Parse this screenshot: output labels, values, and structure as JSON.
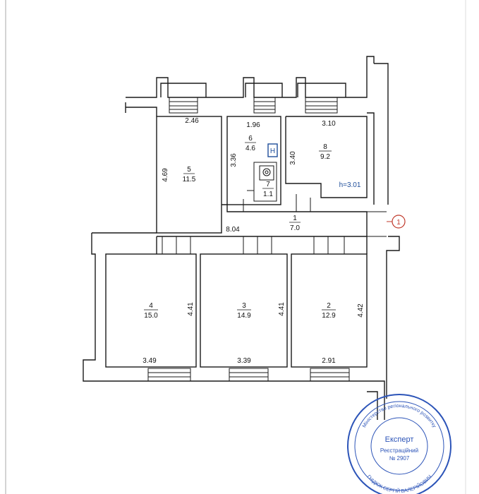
{
  "rooms": [
    {
      "num": "1",
      "area": "7.0"
    },
    {
      "num": "2",
      "area": "12.9"
    },
    {
      "num": "3",
      "area": "14.9"
    },
    {
      "num": "4",
      "area": "15.0"
    },
    {
      "num": "5",
      "area": "11.5"
    },
    {
      "num": "6",
      "area": "4.6"
    },
    {
      "num": "7",
      "area": "1.1"
    },
    {
      "num": "8",
      "area": "9.2"
    }
  ],
  "dimensions": {
    "r5_top": "2.46",
    "r5_side": "4.69",
    "r6_top": "1.96",
    "r6_side": "3.36",
    "r8_top": "3.10",
    "r8_side": "3.40",
    "corridor": "8.04",
    "r4_side": "4.41",
    "r4_bottom": "3.49",
    "r3_side": "4.41",
    "r3_bottom": "3.39",
    "r2_side": "4.42",
    "r2_bottom": "2.91"
  },
  "height_note": "h=3.01",
  "entrance_marker": "1",
  "heater_symbol": "H",
  "colors": {
    "stamp": "#2c54b8",
    "note": "#1f4e9a",
    "marker": "#c0392b"
  },
  "stamp": {
    "center": "Експерт",
    "reg_label": "Реєстраційний",
    "reg_number": "№ 2907",
    "ring_top": "Міністерство регіонального розвитку",
    "ring_bottom": "ГНІДЮК СЕРГІЙ ВАЛЕРІЙОВИЧ"
  }
}
